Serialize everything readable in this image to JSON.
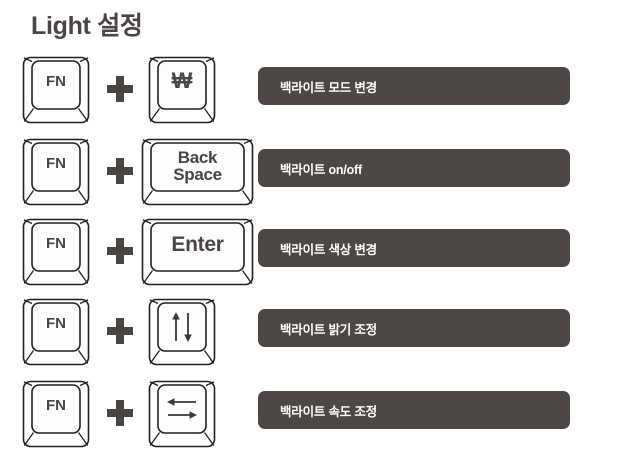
{
  "page": {
    "title": "Light 설정",
    "background_color": "#ffffff",
    "ink_color": "#4a4543",
    "label_bar_color": "#4d4745",
    "label_text_color": "#ffffff"
  },
  "legend": {
    "combo_separator": "+",
    "modifier_key": "FN"
  },
  "rows": [
    {
      "modifier": "FN",
      "separator": "+",
      "key": "₩",
      "key_icon": "won-key",
      "description": "백라이트 모드 변경"
    },
    {
      "modifier": "FN",
      "separator": "+",
      "key": "Back\nSpace",
      "key_icon": "backspace-key",
      "description": "백라이트 on/off"
    },
    {
      "modifier": "FN",
      "separator": "+",
      "key": "Enter",
      "key_icon": "enter-key",
      "description": "백라이트 색상 변경"
    },
    {
      "modifier": "FN",
      "separator": "+",
      "key": "↑↓",
      "key_icon": "arrow-up-down-key",
      "description": "백라이트 밝기 조정"
    },
    {
      "modifier": "FN",
      "separator": "+",
      "key": "←→",
      "key_icon": "arrow-left-right-key",
      "description": "백라이트 속도 조정"
    }
  ]
}
